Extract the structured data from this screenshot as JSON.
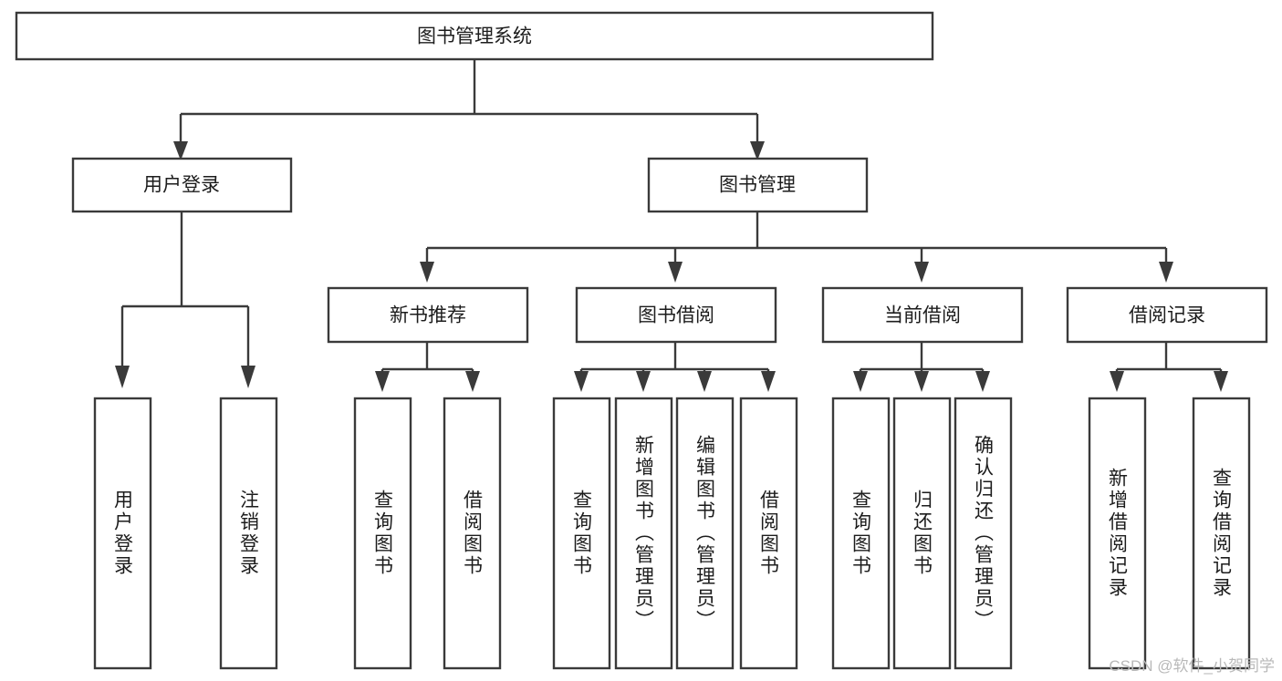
{
  "diagram": {
    "title": "图书管理系统",
    "watermark": "CSDN @软件_小贺同学",
    "colors": {
      "stroke": "#3a3a3a",
      "fill": "#ffffff",
      "text": "#1c1c1c",
      "watermark": "#b9b9b9",
      "background": "#ffffff"
    }
  },
  "chart_data": {
    "type": "diagram",
    "orientation": "top-down",
    "title": "图书管理系统",
    "nodes": [
      {
        "id": "root",
        "label": "图书管理系统",
        "level": 0,
        "orientation": "horizontal"
      },
      {
        "id": "l2-0",
        "label": "用户登录",
        "level": 1,
        "parent": "root",
        "orientation": "horizontal"
      },
      {
        "id": "l2-1",
        "label": "图书管理",
        "level": 1,
        "parent": "root",
        "orientation": "horizontal"
      },
      {
        "id": "leaf-0",
        "label": "用户登录",
        "level": 2,
        "parent": "l2-0",
        "orientation": "vertical"
      },
      {
        "id": "leaf-1",
        "label": "注销登录",
        "level": 2,
        "parent": "l2-0",
        "orientation": "vertical"
      },
      {
        "id": "l3-0",
        "label": "新书推荐",
        "level": 2,
        "parent": "l2-1",
        "orientation": "horizontal"
      },
      {
        "id": "l3-1",
        "label": "图书借阅",
        "level": 2,
        "parent": "l2-1",
        "orientation": "horizontal"
      },
      {
        "id": "l3-2",
        "label": "当前借阅",
        "level": 2,
        "parent": "l2-1",
        "orientation": "horizontal"
      },
      {
        "id": "l3-3",
        "label": "借阅记录",
        "level": 2,
        "parent": "l2-1",
        "orientation": "horizontal"
      },
      {
        "id": "leaf-2",
        "label": "查询图书",
        "level": 3,
        "parent": "l3-0",
        "orientation": "vertical"
      },
      {
        "id": "leaf-3",
        "label": "借阅图书",
        "level": 3,
        "parent": "l3-0",
        "orientation": "vertical"
      },
      {
        "id": "leaf-4",
        "label": "查询图书",
        "level": 3,
        "parent": "l3-1",
        "orientation": "vertical"
      },
      {
        "id": "leaf-5",
        "label": "新增图书（管理员）",
        "level": 3,
        "parent": "l3-1",
        "orientation": "vertical"
      },
      {
        "id": "leaf-6",
        "label": "编辑图书（管理员）",
        "level": 3,
        "parent": "l3-1",
        "orientation": "vertical"
      },
      {
        "id": "leaf-7",
        "label": "借阅图书",
        "level": 3,
        "parent": "l3-1",
        "orientation": "vertical"
      },
      {
        "id": "leaf-8",
        "label": "查询图书",
        "level": 3,
        "parent": "l3-2",
        "orientation": "vertical"
      },
      {
        "id": "leaf-9",
        "label": "归还图书",
        "level": 3,
        "parent": "l3-2",
        "orientation": "vertical"
      },
      {
        "id": "leaf-10",
        "label": "确认归还（管理员）",
        "level": 3,
        "parent": "l3-2",
        "orientation": "vertical"
      },
      {
        "id": "leaf-11",
        "label": "新增借阅记录",
        "level": 3,
        "parent": "l3-3",
        "orientation": "vertical"
      },
      {
        "id": "leaf-12",
        "label": "查询借阅记录",
        "level": 3,
        "parent": "l3-3",
        "orientation": "vertical"
      }
    ],
    "edges": [
      {
        "from": "root",
        "to": "l2-0"
      },
      {
        "from": "root",
        "to": "l2-1"
      },
      {
        "from": "l2-0",
        "to": "leaf-0"
      },
      {
        "from": "l2-0",
        "to": "leaf-1"
      },
      {
        "from": "l2-1",
        "to": "l3-0"
      },
      {
        "from": "l2-1",
        "to": "l3-1"
      },
      {
        "from": "l2-1",
        "to": "l3-2"
      },
      {
        "from": "l2-1",
        "to": "l3-3"
      },
      {
        "from": "l3-0",
        "to": "leaf-2"
      },
      {
        "from": "l3-0",
        "to": "leaf-3"
      },
      {
        "from": "l3-1",
        "to": "leaf-4"
      },
      {
        "from": "l3-1",
        "to": "leaf-5"
      },
      {
        "from": "l3-1",
        "to": "leaf-6"
      },
      {
        "from": "l3-1",
        "to": "leaf-7"
      },
      {
        "from": "l3-2",
        "to": "leaf-8"
      },
      {
        "from": "l3-2",
        "to": "leaf-9"
      },
      {
        "from": "l3-2",
        "to": "leaf-10"
      },
      {
        "from": "l3-3",
        "to": "leaf-11"
      },
      {
        "from": "l3-3",
        "to": "leaf-12"
      }
    ]
  }
}
